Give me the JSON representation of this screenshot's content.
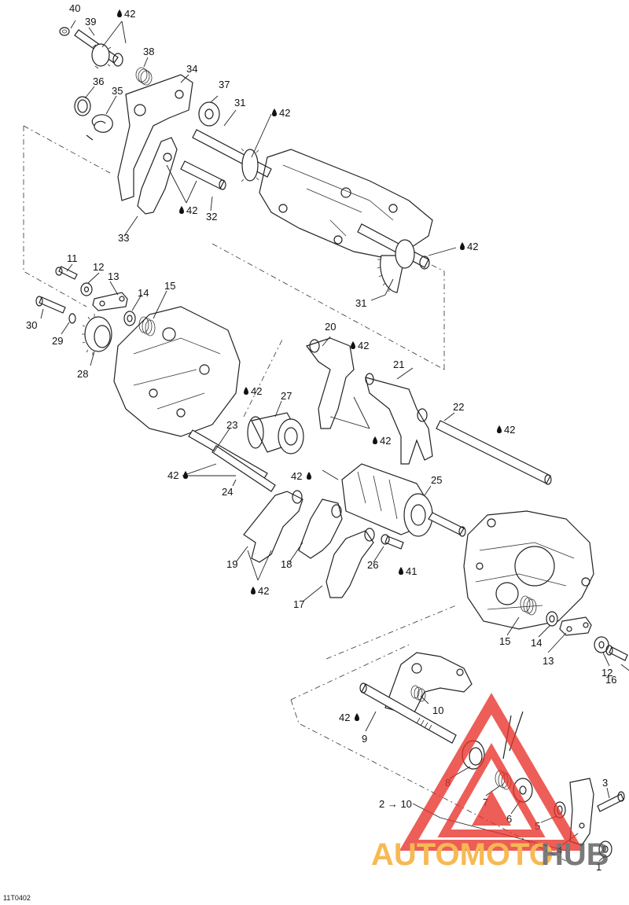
{
  "diagram": {
    "figure_code": "11T0402",
    "lubricant_mark": "42",
    "loctite_mark": "41",
    "callouts": [
      {
        "id": "c40",
        "text": "40"
      },
      {
        "id": "c39",
        "text": "39"
      },
      {
        "id": "c38",
        "text": "38"
      },
      {
        "id": "c37",
        "text": "37"
      },
      {
        "id": "c36",
        "text": "36"
      },
      {
        "id": "c35",
        "text": "35"
      },
      {
        "id": "c34",
        "text": "34"
      },
      {
        "id": "c33",
        "text": "33"
      },
      {
        "id": "c32",
        "text": "32"
      },
      {
        "id": "c31a",
        "text": "31"
      },
      {
        "id": "c31b",
        "text": "31"
      },
      {
        "id": "c30",
        "text": "30"
      },
      {
        "id": "c29",
        "text": "29"
      },
      {
        "id": "c28",
        "text": "28"
      },
      {
        "id": "c27",
        "text": "27"
      },
      {
        "id": "c26",
        "text": "26"
      },
      {
        "id": "c25",
        "text": "25"
      },
      {
        "id": "c24",
        "text": "24"
      },
      {
        "id": "c23",
        "text": "23"
      },
      {
        "id": "c22",
        "text": "22"
      },
      {
        "id": "c21",
        "text": "21"
      },
      {
        "id": "c20",
        "text": "20"
      },
      {
        "id": "c19",
        "text": "19"
      },
      {
        "id": "c18",
        "text": "18"
      },
      {
        "id": "c17",
        "text": "17"
      },
      {
        "id": "c16",
        "text": "16"
      },
      {
        "id": "c15a",
        "text": "15"
      },
      {
        "id": "c15b",
        "text": "15"
      },
      {
        "id": "c14a",
        "text": "14"
      },
      {
        "id": "c14b",
        "text": "14"
      },
      {
        "id": "c13a",
        "text": "13"
      },
      {
        "id": "c13b",
        "text": "13"
      },
      {
        "id": "c12a",
        "text": "12"
      },
      {
        "id": "c12b",
        "text": "12"
      },
      {
        "id": "c11",
        "text": "11"
      },
      {
        "id": "c10",
        "text": "10"
      },
      {
        "id": "c9",
        "text": "9"
      },
      {
        "id": "c8",
        "text": "8"
      },
      {
        "id": "c7",
        "text": "7"
      },
      {
        "id": "c6",
        "text": "6"
      },
      {
        "id": "c5",
        "text": "5"
      },
      {
        "id": "c4",
        "text": "4"
      },
      {
        "id": "c3",
        "text": "3"
      },
      {
        "id": "c1",
        "text": "1"
      },
      {
        "id": "c2to10",
        "text": "2 → 10"
      }
    ]
  },
  "watermark": {
    "brand_prefix": "AUTOMOTO",
    "brand_suffix": "HUB",
    "colors": {
      "triangle": "#e8312a",
      "prefix": "#f5a623",
      "suffix": "#555555"
    }
  }
}
